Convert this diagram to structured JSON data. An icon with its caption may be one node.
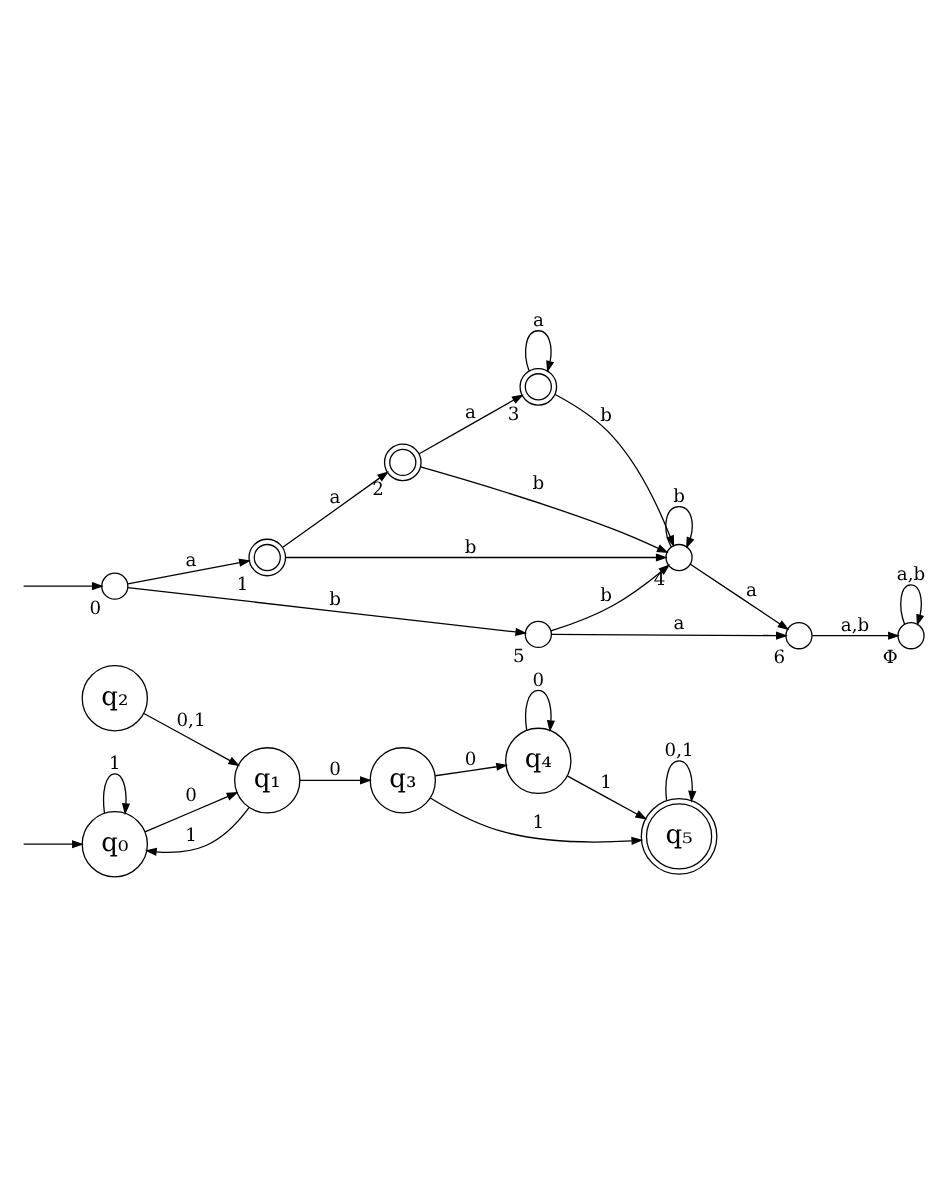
{
  "diagram": {
    "nodes": [
      {
        "text": [
          "q₀"
        ]
      },
      {
        "text": [
          "q₁"
        ]
      },
      {
        "text": [
          "q₂"
        ]
      },
      {
        "text": [
          "q₃"
        ]
      },
      {
        "text": [
          "q₄"
        ]
      },
      {
        "text": [
          "q₅"
        ]
      },
      {
        "text": [],
        "shape": "circle",
        "beside": [
          "0"
        ]
      },
      {
        "text": [],
        "shape": "circle",
        "beside": [
          "1"
        ]
      },
      {
        "text": [],
        "shape": "circle",
        "beside": [
          "2"
        ]
      },
      {
        "text": [],
        "shape": "circle",
        "beside": [
          "3"
        ]
      },
      {
        "text": [],
        "shape": "circle",
        "beside": [
          "4"
        ]
      },
      {
        "text": [],
        "shape": "circle",
        "beside": [
          "5"
        ]
      },
      {
        "text": [],
        "shape": "circle",
        "beside": [
          "6"
        ]
      },
      {
        "text": [],
        "shape": "circle",
        "beside": [
          "Φ"
        ]
      }
    ],
    "edges": [
      {
        "from": null,
        "to": 0,
        "arrow": "to"
      },
      {
        "from": 0,
        "to": 0,
        "label": "1",
        "arrow": "to"
      },
      {
        "from": 0,
        "to": 1,
        "label": "0",
        "arrow": "to"
      },
      {
        "from": 1,
        "to": 0,
        "label": "1",
        "arrow": "to"
      },
      {
        "from": 2,
        "to": 1,
        "label": "0,1",
        "arrow": "to"
      },
      {
        "from": 1,
        "to": 3,
        "label": "0",
        "arrow": "to"
      },
      {
        "from": 3,
        "to": 4,
        "label": "0",
        "arrow": "to"
      },
      {
        "from": 4,
        "to": 4,
        "label": "0",
        "arrow": "to"
      },
      {
        "from": 4,
        "to": 5,
        "label": "1",
        "arrow": "to"
      },
      {
        "from": 3,
        "to": 5,
        "label": "1",
        "arrow": "to"
      },
      {
        "from": 5,
        "to": 5,
        "label": "0,1",
        "arrow": "to"
      },
      {
        "from": null,
        "to": 6,
        "arrow": "to"
      },
      {
        "from": 6,
        "to": 7,
        "label": "a",
        "arrow": "to"
      },
      {
        "from": 6,
        "to": 11,
        "label": "b",
        "arrow": "to"
      },
      {
        "from": 7,
        "to": 8,
        "label": "a",
        "arrow": "to"
      },
      {
        "from": 7,
        "to": 10,
        "label": "b",
        "arrow": "to"
      },
      {
        "from": 8,
        "to": 9,
        "label": "a",
        "arrow": "to"
      },
      {
        "from": 8,
        "to": 10,
        "label": "b",
        "arrow": "to"
      },
      {
        "from": 9,
        "to": 9,
        "label": "a",
        "arrow": "to"
      },
      {
        "from": 9,
        "to": 10,
        "label": "b",
        "arrow": "to"
      },
      {
        "from": 10,
        "to": 10,
        "label": "b",
        "arrow": "to"
      },
      {
        "from": 11,
        "to": 10,
        "label": "b",
        "arrow": "to"
      },
      {
        "from": 11,
        "to": 12,
        "label": "a",
        "arrow": "to"
      },
      {
        "from": 10,
        "to": 12,
        "label": "a",
        "arrow": "to"
      },
      {
        "from": 12,
        "to": 13,
        "label": "a,b",
        "arrow": "to"
      },
      {
        "from": 13,
        "to": 13,
        "label": "a,b",
        "arrow": "to"
      }
    ]
  }
}
